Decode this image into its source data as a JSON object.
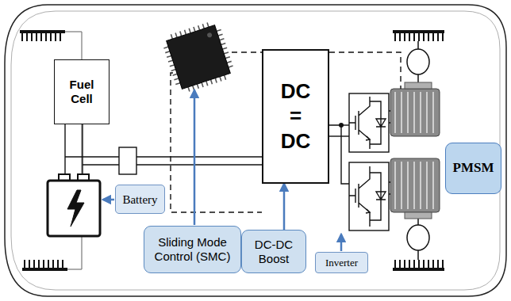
{
  "diagram": {
    "nodes": [
      {
        "text": [
          "Fuel Cell"
        ]
      },
      {
        "text": [
          "DC = DC"
        ]
      },
      {
        "text": [
          "Battery"
        ]
      },
      {
        "text": [
          "PMSM"
        ]
      },
      {
        "text": [
          "Sliding Mode Control (SMC)"
        ]
      },
      {
        "text": [
          "DC-DC Boost"
        ]
      },
      {
        "text": [
          "Inverter"
        ]
      }
    ],
    "edges": [
      {
        "from": 5,
        "to": 1,
        "arrow": "to"
      }
    ]
  }
}
